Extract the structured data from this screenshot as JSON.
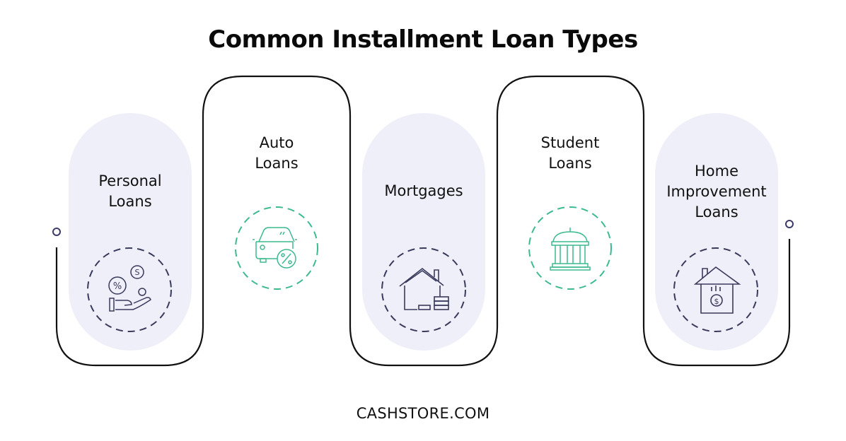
{
  "title": "Common Installment Loan Types",
  "footer": "CASHSTORE.COM",
  "colors": {
    "line": "#111111",
    "pill": "#eeeff8",
    "navy": "#3a3a5c",
    "green": "#3dba8e",
    "dot": "#3b3a6b"
  },
  "items": [
    {
      "label_lines": [
        "Personal",
        "Loans"
      ],
      "icon": "hand-coins-percent-icon",
      "style": "filled-pill"
    },
    {
      "label_lines": [
        "Auto",
        "Loans"
      ],
      "icon": "car-percent-icon",
      "style": "outlined"
    },
    {
      "label_lines": [
        "Mortgages"
      ],
      "icon": "house-stacked-coins-icon",
      "style": "filled-pill"
    },
    {
      "label_lines": [
        "Student",
        "Loans"
      ],
      "icon": "university-building-icon",
      "style": "outlined"
    },
    {
      "label_lines": [
        "Home",
        "Improvement",
        "Loans"
      ],
      "icon": "house-dollar-icon",
      "style": "filled-pill"
    }
  ]
}
